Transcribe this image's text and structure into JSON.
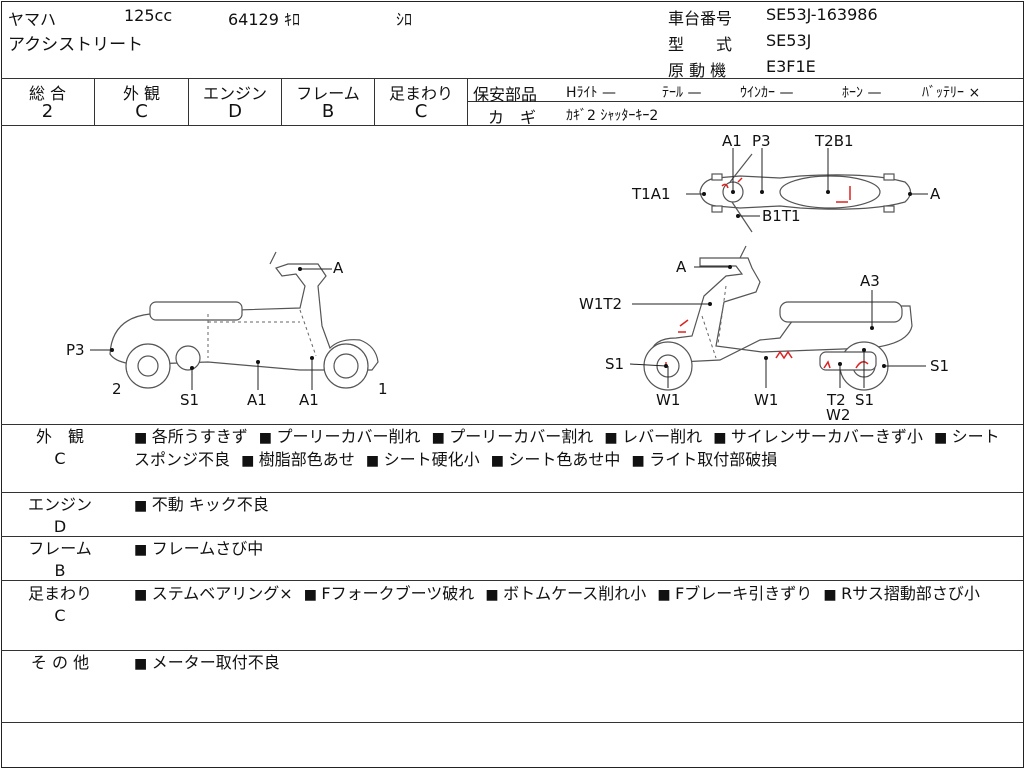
{
  "header": {
    "maker": "ヤマハ",
    "displacement": "125cc",
    "mileage": "64129 ｷﾛ",
    "color": "ｼﾛ",
    "model_name": "アクシストリート",
    "frame_no_label": "車台番号",
    "frame_no": "SE53J-163986",
    "type_label": "型　　式",
    "type_value": "SE53J",
    "engine_label": "原 動 機",
    "engine_value": "E3F1E"
  },
  "grades": [
    {
      "label": "総 合",
      "value": "2"
    },
    {
      "label": "外 観",
      "value": "C"
    },
    {
      "label": "エンジン",
      "value": "D"
    },
    {
      "label": "フレーム",
      "value": "B"
    },
    {
      "label": "足まわり",
      "value": "C"
    }
  ],
  "safety": {
    "label": "保安部品",
    "items": [
      "Hﾗｲﾄ —",
      "ﾃｰﾙ —",
      "ｳｲﾝｶｰ —",
      "ﾎｰﾝ —",
      "ﾊﾞｯﾃﾘｰ ×"
    ],
    "key_label": "カ　ギ",
    "key_value": "ｶｷﾞ2 ｼｬｯﾀｰｷｰ2"
  },
  "diagram_labels": {
    "left": {
      "a": "A",
      "p3": "P3",
      "n2": "2",
      "s1": "S1",
      "a1_1": "A1",
      "a1_2": "A1",
      "n1": "1"
    },
    "top": {
      "a1": "A1",
      "p3": "P3",
      "t2b1": "T2B1",
      "t1a1": "T1A1",
      "a": "A",
      "b1t1": "B1T1"
    },
    "right": {
      "a": "A",
      "a3": "A3",
      "w1t2": "W1T2",
      "s1_l": "S1",
      "s1_r": "S1",
      "w1_1": "W1",
      "w1_2": "W1",
      "t2": "T2",
      "s1_b": "S1",
      "w2": "W2"
    }
  },
  "sections": [
    {
      "label": "外　観",
      "grade": "C",
      "items": [
        "各所うすきず",
        "プーリーカバー削れ",
        "プーリーカバー割れ",
        "レバー削れ",
        "サイレンサーカバーきず小",
        "シートスポンジ不良",
        "樹脂部色あせ",
        "シート硬化小",
        "シート色あせ中",
        "ライト取付部破損"
      ]
    },
    {
      "label": "エンジン",
      "grade": "D",
      "items": [
        "不動 キック不良"
      ]
    },
    {
      "label": "フレーム",
      "grade": "B",
      "items": [
        "フレームさび中"
      ]
    },
    {
      "label": "足まわり",
      "grade": "C",
      "items": [
        "ステムベアリング×",
        "Fフォークブーツ破れ",
        "ボトムケース削れ小",
        "Fブレーキ引きずり",
        "Rサス摺動部さび小"
      ]
    },
    {
      "label": "そ の 他",
      "grade": "",
      "items": [
        "メーター取付不良"
      ]
    }
  ]
}
